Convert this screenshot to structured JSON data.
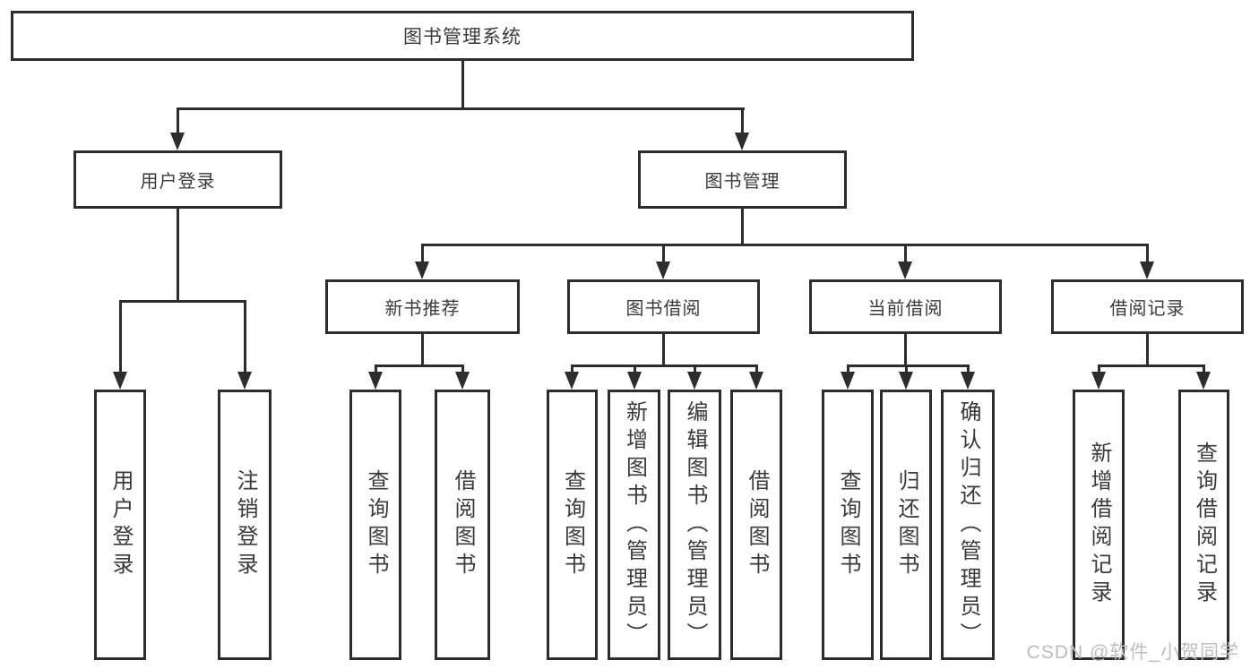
{
  "nodes": {
    "root": "图书管理系统",
    "user_login": "用户登录",
    "book_mgmt": "图书管理",
    "new_book_rec": "新书推荐",
    "book_borrow": "图书借阅",
    "current_borrow": "当前借阅",
    "borrow_record": "借阅记录",
    "leaf_user_login": "用户登录",
    "leaf_logout": "注销登录",
    "leaf_query_book_1": "查询图书",
    "leaf_borrow_book_1": "借阅图书",
    "leaf_query_book_2": "查询图书",
    "leaf_add_book": "新增图书（管理员）",
    "leaf_edit_book": "编辑图书（管理员）",
    "leaf_borrow_book_2": "借阅图书",
    "leaf_query_book_3": "查询图书",
    "leaf_return_book": "归还图书",
    "leaf_confirm_return": "确认归还（管理员）",
    "leaf_add_record": "新增借阅记录",
    "leaf_query_record": "查询借阅记录"
  },
  "hierarchy": {
    "图书管理系统": [
      "用户登录",
      "图书管理"
    ],
    "用户登录": [
      "用户登录",
      "注销登录"
    ],
    "图书管理": [
      "新书推荐",
      "图书借阅",
      "当前借阅",
      "借阅记录"
    ],
    "新书推荐": [
      "查询图书",
      "借阅图书"
    ],
    "图书借阅": [
      "查询图书",
      "新增图书（管理员）",
      "编辑图书（管理员）",
      "借阅图书"
    ],
    "当前借阅": [
      "查询图书",
      "归还图书",
      "确认归还（管理员）"
    ],
    "借阅记录": [
      "新增借阅记录",
      "查询借阅记录"
    ]
  },
  "watermark": "CSDN @软件_小贺同学",
  "colors": {
    "line": "#2d2d2d",
    "text": "#3a3a3a",
    "watermark": "#bdbdbd",
    "background": "#ffffff"
  }
}
